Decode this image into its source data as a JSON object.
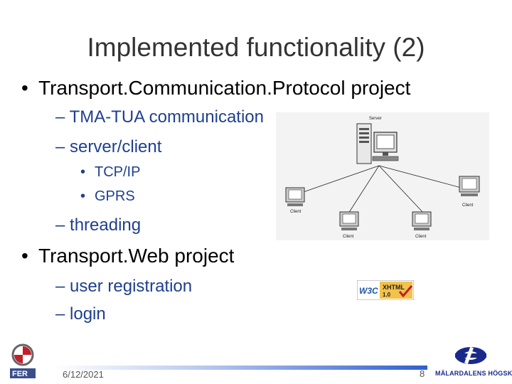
{
  "title": "Implemented functionality (2)",
  "bullets": {
    "b1": "Transport.Communication.Protocol project",
    "b1_sub1": "TMA-TUA communication",
    "b1_sub2": "server/client",
    "b1_sub2_items": [
      "TCP/IP",
      "GPRS"
    ],
    "b1_sub3": "threading",
    "b2": "Transport.Web project",
    "b2_sub1": "user registration",
    "b2_sub2": "login"
  },
  "markers": {
    "level1": "•",
    "level2": "–",
    "level3": "•"
  },
  "diagram": {
    "server_label": "Server",
    "client_label": "Client"
  },
  "w3c_badge": {
    "w3c": "W3C",
    "xhtml": "XHTML",
    "version": "1.0"
  },
  "footer": {
    "date": "6/12/2021",
    "page": "8"
  },
  "logos": {
    "left": "FER",
    "right": "MÄLARDALENS HÖGSKOLA"
  },
  "colors": {
    "title": "#333333",
    "sub_text": "#1f3f8f",
    "footer_bar": "#2f5fd0"
  }
}
